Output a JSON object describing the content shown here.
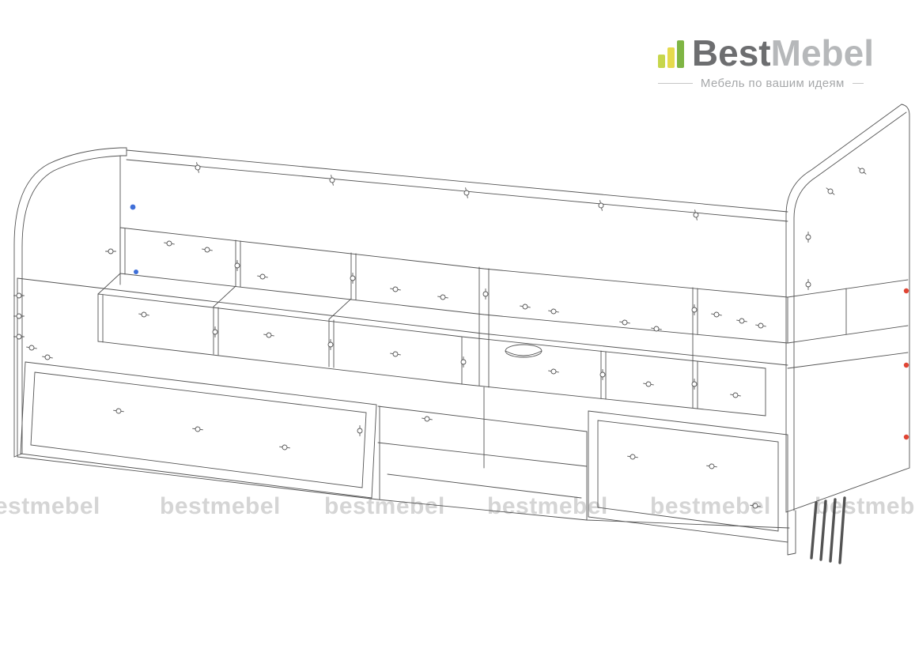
{
  "logo": {
    "brand_primary": "Best",
    "brand_secondary": "Mebel",
    "tagline": "Мебель по вашим идеям",
    "colors": {
      "primary_text": "#6d6e70",
      "secondary_text": "#b6b8ba",
      "tagline_text": "#a6a8aa",
      "bar_left": "#c6d64c",
      "bar_middle": "#e5da4d",
      "bar_right": "#7fb544"
    }
  },
  "watermark": {
    "text": "bestmebel",
    "color": "#cbcbcb"
  },
  "drawing": {
    "line_color": "#3c3c3c",
    "accent_red": "#e04433",
    "accent_blue": "#3f6fd8"
  }
}
